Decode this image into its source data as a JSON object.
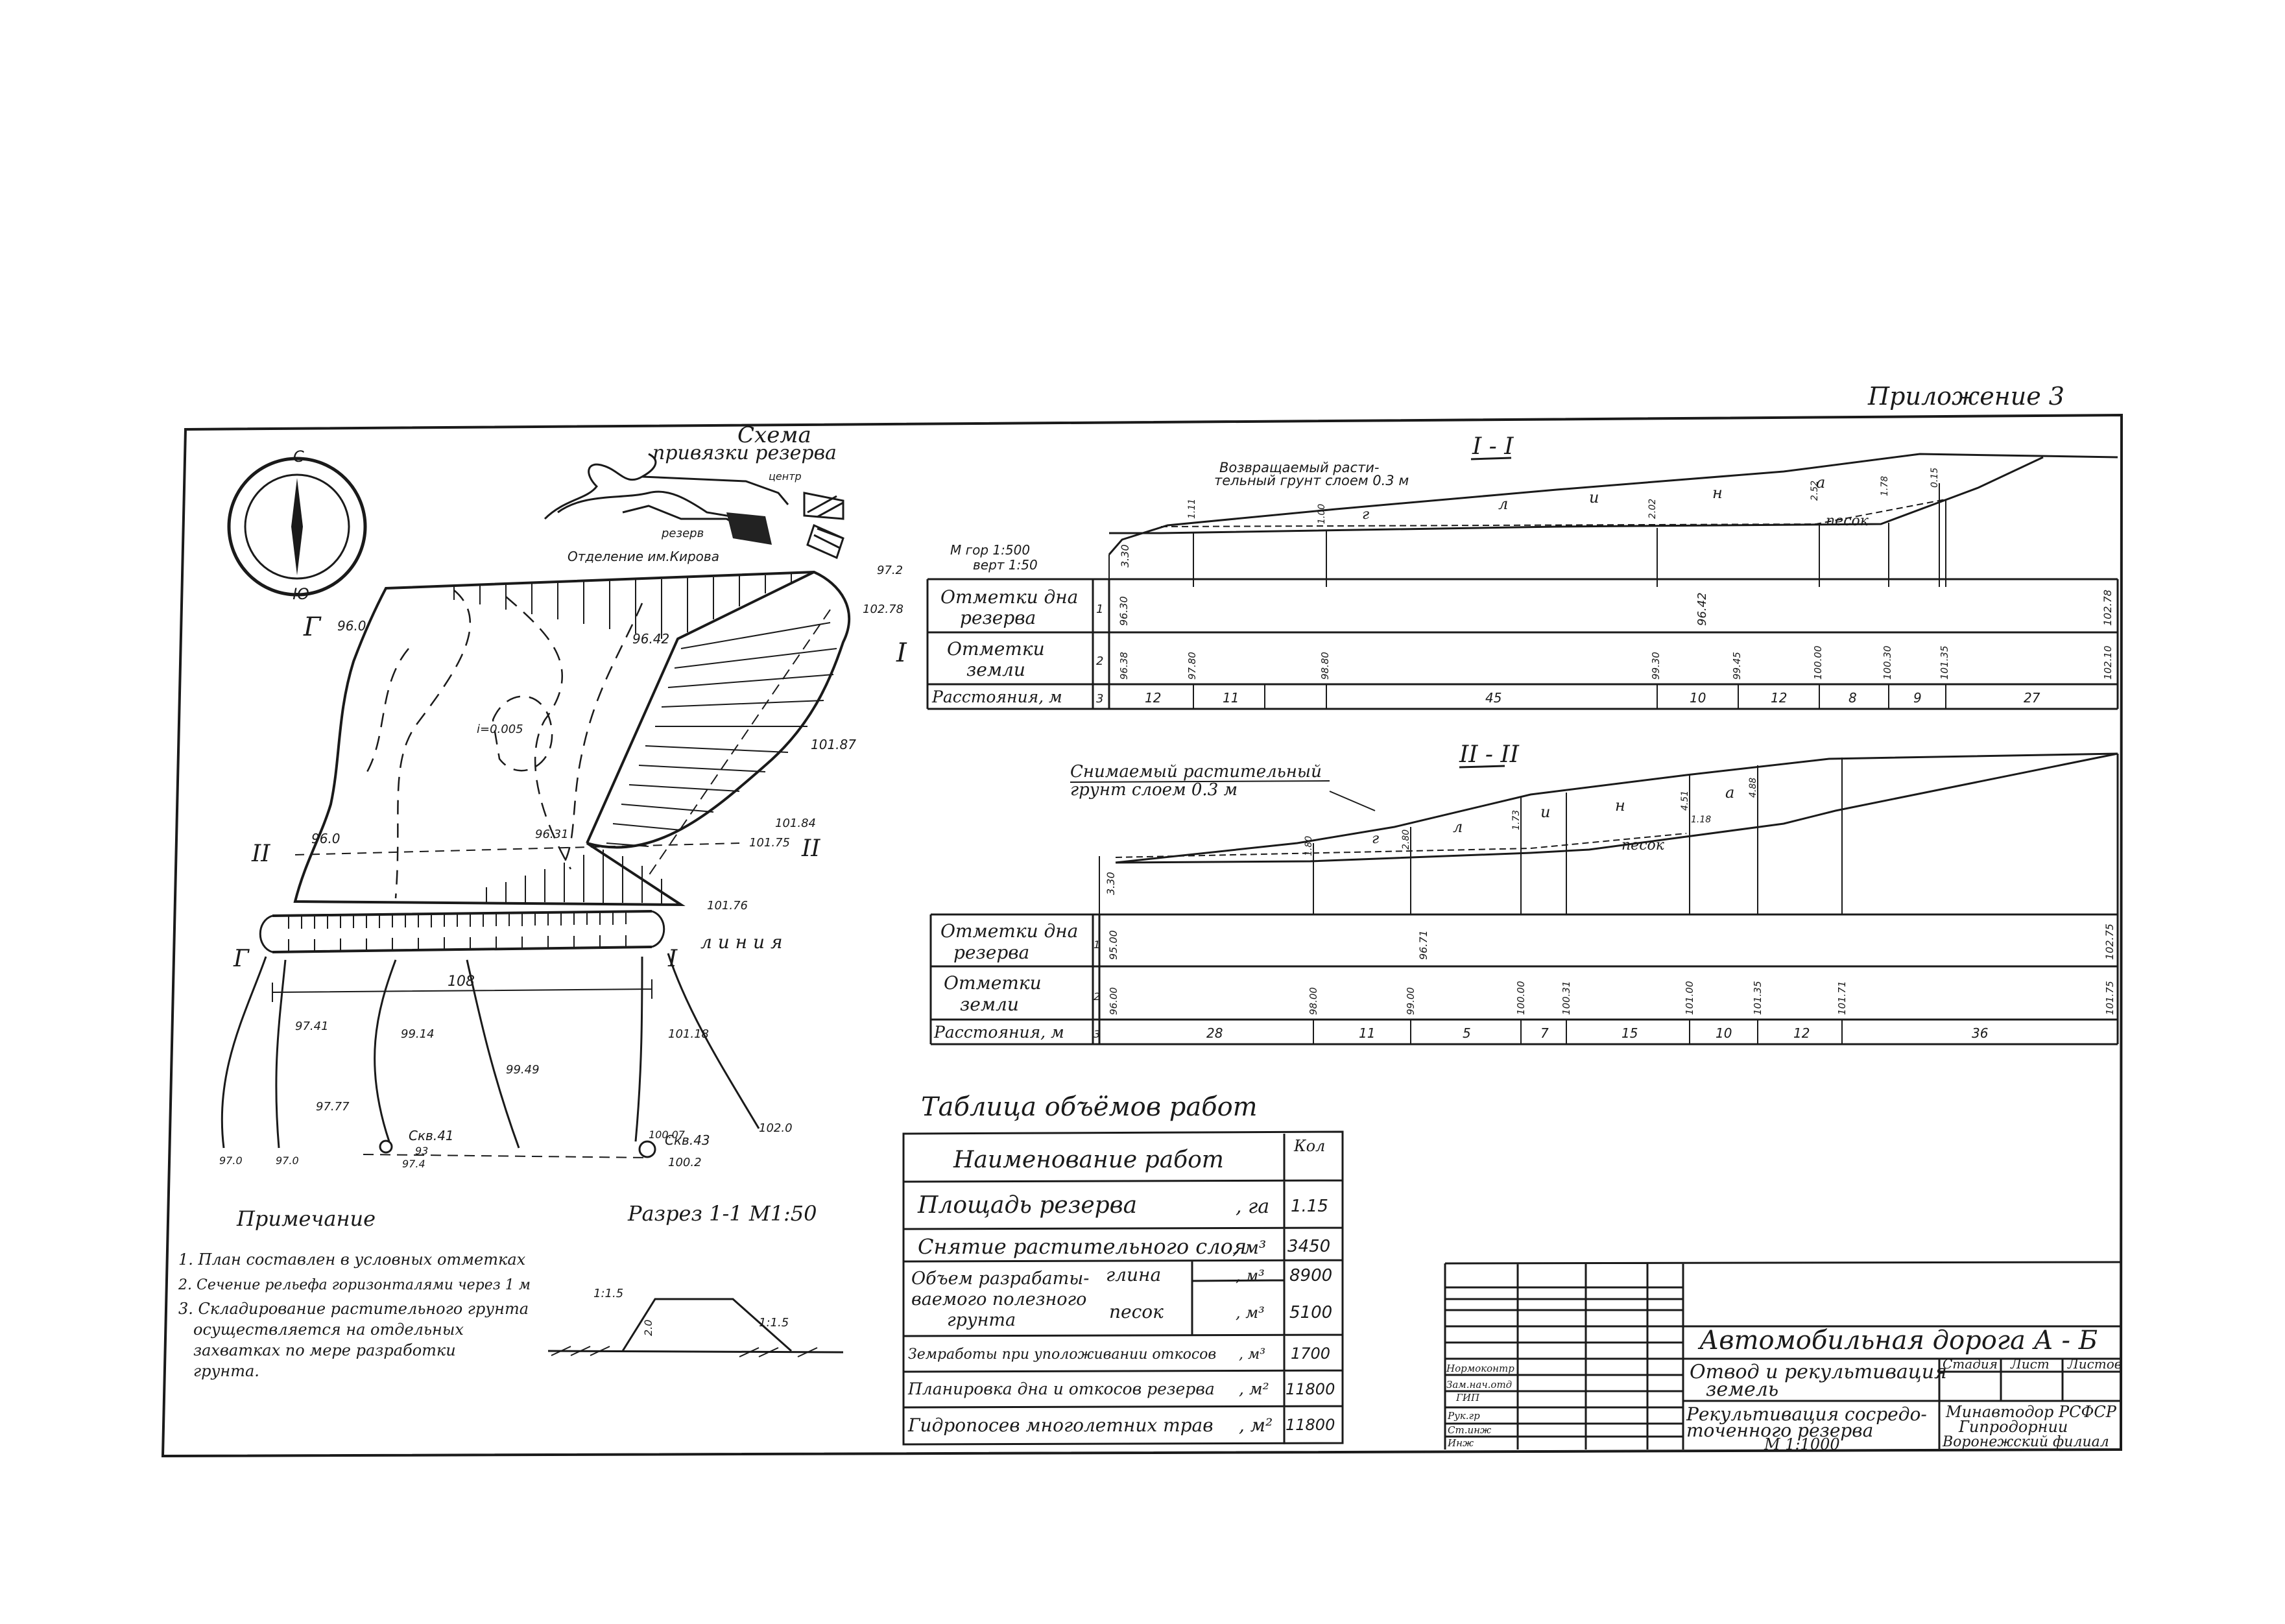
{
  "appendix": "Приложение 3",
  "scheme_title": [
    "Схема",
    "привязки резерва"
  ],
  "scheme_labels": {
    "reserve": "резерв",
    "branch": "Отделение им.Кирова",
    "center": "центр"
  },
  "plan": {
    "markers": [
      "Г",
      "Г",
      "II",
      "II",
      "I",
      "I"
    ],
    "levels": [
      "96.0",
      "96.42",
      "96.0",
      "96.31",
      "101.87",
      "101.84",
      "101.75",
      "101.76",
      "97.41",
      "99.14",
      "97.77",
      "99.49",
      "101.18",
      "102.0",
      "102.78",
      "97.2"
    ],
    "slope_label": "i=0.005",
    "length": "108",
    "line_label": "л и н и я",
    "well1": {
      "label": "Скв.41",
      "num": "93",
      "den": "97.4"
    },
    "well2": {
      "label": "Скв.43",
      "num": "100.07",
      "den": "100.2"
    }
  },
  "section_i": {
    "title": "I - I",
    "scale": [
      "М гор 1:500",
      "верт 1:50"
    ],
    "note_lines": [
      "Возвращаемый расти-",
      "тельный грунт слоем 0.3 м"
    ],
    "layer_letters": [
      "г",
      "л",
      "и",
      "н",
      "а"
    ],
    "sand": "песок",
    "row_labels": [
      [
        "Отметки дна",
        "резерва"
      ],
      [
        "Отметки",
        "земли"
      ],
      [
        "Расстояния, м"
      ]
    ],
    "row_nums": [
      "1",
      "2",
      "3"
    ],
    "bottom_marks": [
      "96.30",
      "96.42",
      "102.78"
    ],
    "ground_marks": [
      "96.38",
      "97.80",
      "98.80",
      "99.30",
      "99.45",
      "100.00",
      "100.30",
      "101.35",
      "102.10"
    ],
    "distances": [
      "12",
      "11",
      "45",
      "10",
      "12",
      "8",
      "9",
      "27"
    ],
    "depth_marks": [
      "3.30",
      "1.11",
      "1.00",
      "2.02",
      "2.52",
      "1.78",
      "0.15"
    ]
  },
  "section_ii": {
    "title": "II - II",
    "note_lines": [
      "Снимаемый растительный",
      "грунт слоем 0.3 м"
    ],
    "layer_letters": [
      "г",
      "л",
      "и",
      "н",
      "а"
    ],
    "sand": "песок",
    "row_labels": [
      [
        "Отметки дна",
        "резерва"
      ],
      [
        "Отметки",
        "земли"
      ],
      [
        "Расстояния, м"
      ]
    ],
    "row_nums": [
      "1",
      "2",
      "3"
    ],
    "bottom_marks": [
      "95.00",
      "96.71",
      "102.75"
    ],
    "ground_marks": [
      "96.00",
      "98.00",
      "99.00",
      "100.00",
      "100.31",
      "101.00",
      "101.35",
      "101.71",
      "101.75"
    ],
    "distances": [
      "28",
      "11",
      "5",
      "7",
      "15",
      "10",
      "12",
      "36"
    ],
    "depth_marks": [
      "3.30",
      "1.80",
      "2.80",
      "1.73",
      "4.51",
      "4.88",
      "1.18"
    ]
  },
  "cut": {
    "title": "Разрез 1-1  М1:50",
    "slope": "1:1.5",
    "height": "2.0"
  },
  "notes": {
    "title": "Примечание",
    "items": [
      "1. План составлен в условных отметках",
      "2. Сечение рельефа горизонталями через 1 м",
      "3. Складирование растительного грунта",
      "осуществляется на отдельных",
      "захватках по мере разработки",
      "грунта."
    ]
  },
  "works_table": {
    "title": "Таблица объёмов работ",
    "header": {
      "name": "Наименование работ",
      "qty": "Кол"
    },
    "rows": [
      {
        "name": "Площадь резерва",
        "unit": ", га",
        "qty": "1.15"
      },
      {
        "name": "Снятие растительного слоя",
        "unit": ", м³",
        "qty": "3450"
      },
      {
        "name": "Объем разрабатываемого полезного грунта",
        "lines": [
          "Объем разрабаты-",
          "ваемого полезного",
          "грунта"
        ],
        "sub": [
          {
            "name": "глина",
            "unit": ", м³",
            "qty": "8900"
          },
          {
            "name": "песок",
            "unit": ", м³",
            "qty": "5100"
          }
        ]
      },
      {
        "name": "Земработы при уположивании откосов",
        "unit": ", м³",
        "qty": "1700"
      },
      {
        "name": "Планировка дна и откосов резерва",
        "unit": ", м²",
        "qty": "11800"
      },
      {
        "name": "Гидропосев многолетних трав",
        "unit": ", м²",
        "qty": "11800"
      }
    ]
  },
  "title_block": {
    "road": "Автомобильная дорога  А - Б",
    "work": [
      "Отвод и рекультивация",
      "земель"
    ],
    "drawing": [
      "Рекультивация сосредо-",
      "точенного резерва",
      "М 1:1000"
    ],
    "stage_headers": [
      "Стадия",
      "Лист",
      "Листов"
    ],
    "org": [
      "Минавтодор РСФСР",
      "Гипродорнии",
      "Воронежский филиал"
    ],
    "roles": [
      "Нормоконтр",
      "Зам.нач.отд",
      "ГИП",
      "Рук.гр",
      "Ст.инж",
      "Инж"
    ]
  }
}
